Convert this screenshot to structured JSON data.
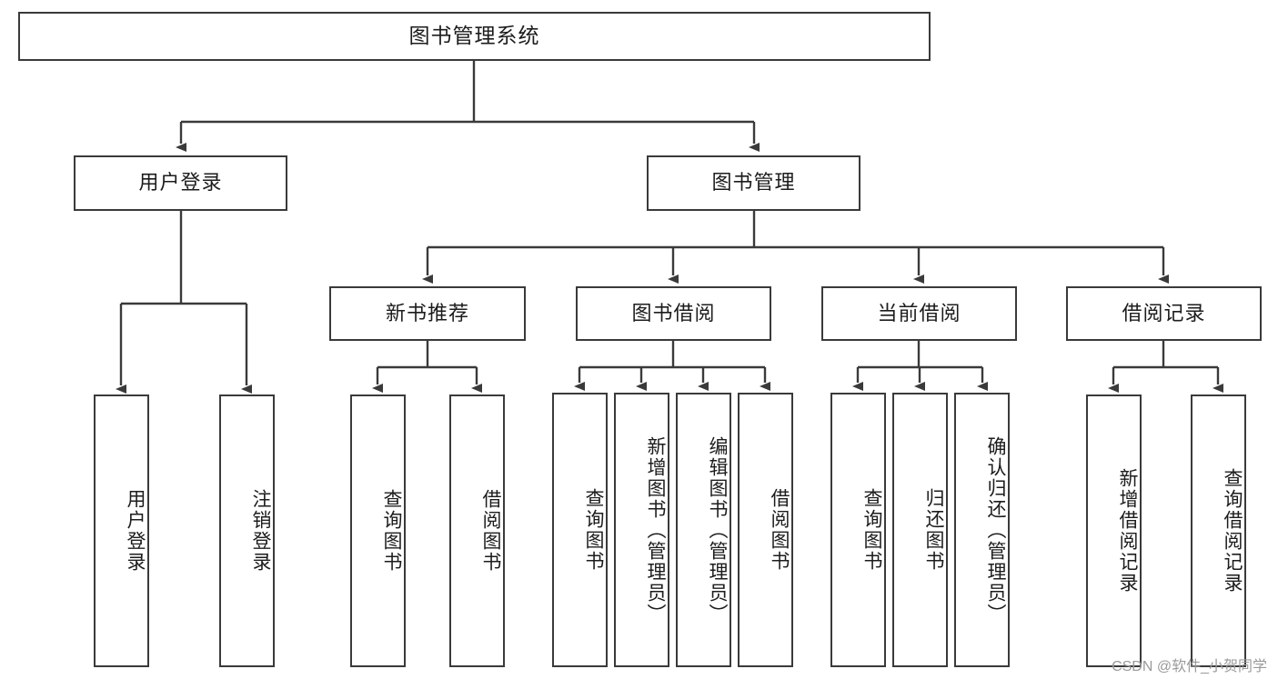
{
  "diagram": {
    "title": "图书管理系统",
    "type": "tree-hierarchy-chart",
    "colors": {
      "box_border": "#3a3a3a",
      "box_fill": "#ffffff",
      "connector": "#3a3a3a",
      "text": "#1c1c1c",
      "watermark": "#9a9a9a",
      "canvas": "#ffffff"
    },
    "root": {
      "label": "图书管理系统"
    },
    "level2": [
      {
        "label": "用户登录"
      },
      {
        "label": "图书管理"
      }
    ],
    "level3": [
      {
        "label": "新书推荐"
      },
      {
        "label": "图书借阅"
      },
      {
        "label": "当前借阅"
      },
      {
        "label": "借阅记录"
      }
    ],
    "leaves": {
      "user_login": [
        {
          "label": "用户登录"
        },
        {
          "label": "注销登录"
        }
      ],
      "new_book_recommend": [
        {
          "label": "查询图书"
        },
        {
          "label": "借阅图书"
        }
      ],
      "book_borrow": [
        {
          "label": "查询图书"
        },
        {
          "label": "新增图书（管理员）"
        },
        {
          "label": "编辑图书（管理员）"
        },
        {
          "label": "借阅图书"
        }
      ],
      "current_borrow": [
        {
          "label": "查询图书"
        },
        {
          "label": "归还图书"
        },
        {
          "label": "确认归还（管理员）"
        }
      ],
      "borrow_record": [
        {
          "label": "新增借阅记录"
        },
        {
          "label": "查询借阅记录"
        }
      ]
    },
    "watermark": "CSDN @软件_小贺同学"
  }
}
